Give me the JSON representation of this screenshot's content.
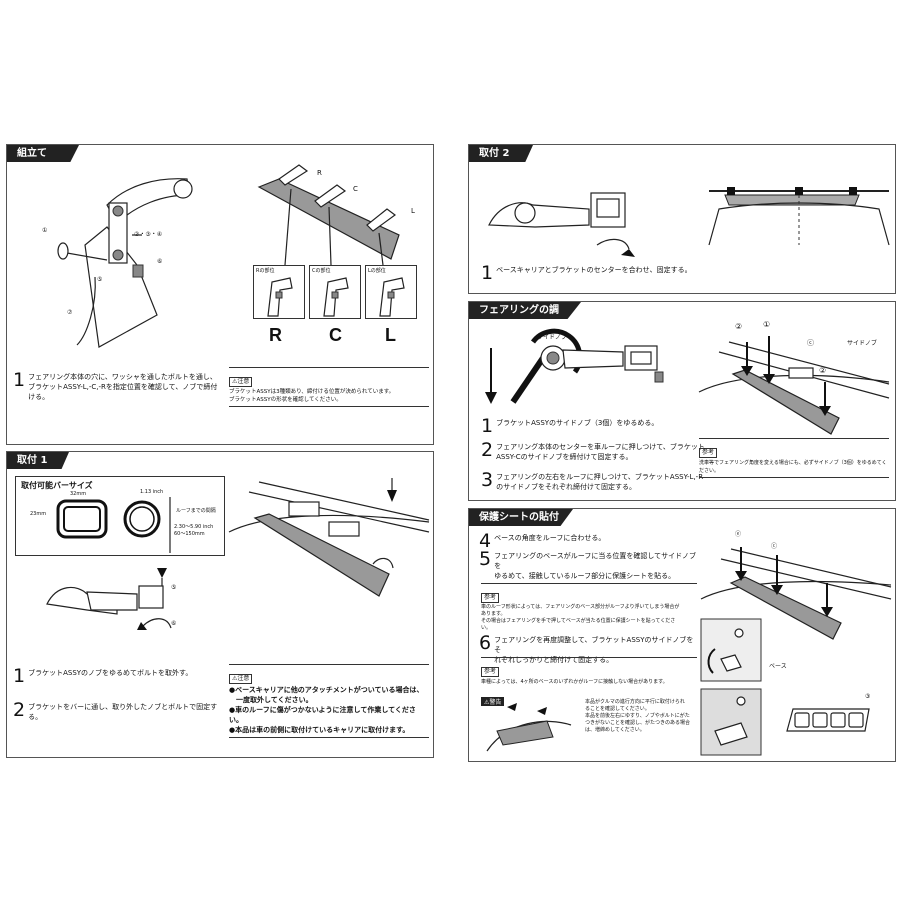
{
  "assembly": {
    "title": "組立て",
    "step1_num": "1",
    "step1_text": "フェアリング本体の穴に、ワッシャを通したボルトを通し、\nブラケットASSY-L,-C,-Rを指定位置を確認して、ノブで締付ける。",
    "callouts": [
      "①",
      "②・③・④",
      "⑥",
      "⑦",
      "⑤"
    ],
    "bracket_labels": [
      "R",
      "C",
      "L"
    ],
    "detail_labels": [
      "Rの部位",
      "Cの部位",
      "Lの部位"
    ],
    "big_letters": [
      "R",
      "C",
      "L"
    ],
    "note_tag": "⚠注意",
    "note_text": "ブラケットASSYは3種類あり、締付ける位置が決められています。\nブラケットASSYの形状を確認してください。"
  },
  "install1": {
    "title": "取付 1",
    "bar_box_title": "取付可能バーサイズ",
    "dim_width": "32mm",
    "dim_height": "23mm",
    "dim_round": "1.13 inch",
    "roof_gap_label": "ルーフまでの間隔",
    "roof_gap_value": "2.30～5.90 inch\n60～150mm",
    "callouts": [
      "⑤",
      "⑥"
    ],
    "step1_num": "1",
    "step1_text": "ブラケットASSYのノブをゆるめてボルトを取外す。",
    "step2_num": "2",
    "step2_text": "ブラケットをバーに通し、取り外したノブとボルトで固定する。",
    "note_tag": "⚠注意",
    "note_text": "●ベースキャリアに他のアタッチメントがついている場合は、\n　一度取外してください。\n●車のルーフに傷がつかないように注意して作業してください。\n●本品は車の前側に取付けているキャリアに取付けます。"
  },
  "install2": {
    "title": "取付 2",
    "step1_num": "1",
    "step1_text": "ベースキャリアとブラケットのセンターを合わせ、固定する。"
  },
  "adjust": {
    "title": "フェアリングの調節",
    "side_knob_label": "サイドノブ",
    "side_knob_label_2": "サイドノブ",
    "callouts": [
      "②",
      "①",
      "②",
      "ⓒ"
    ],
    "step1_num": "1",
    "step1_text": "ブラケットASSYのサイドノブ（3個）をゆるめる。",
    "step2_num": "2",
    "step2_text": "フェアリング本体のセンターを車ルーフに押しつけて、ブラケット\nASSY-Cのサイドノブを締付けて固定する。",
    "step3_num": "3",
    "step3_text": "フェアリングの左右をルーフに押しつけて、ブラケットASSY-L,-R\nのサイドノブをそれぞれ締付けて固定する。",
    "note_tag": "参考",
    "note_text": "洗車等でフェアリング角度を変える場合にも、必ずサイドノブ（3個）をゆるめてください。"
  },
  "protect": {
    "title": "保護シートの貼付",
    "step4_num": "4",
    "step4_text": "ベースの角度をルーフに合わせる。",
    "step5_num": "5",
    "step5_text": "フェアリングのベースがルーフに当る位置を確認してサイドノブを\nゆるめて、接触しているルーフ部分に保護シートを貼る。",
    "note1_tag": "参考",
    "note1_text": "車のルーフ形状によっては、フェアリングのベース部分がルーフより浮いてしまう場合が\nあります。\nその場合はフェアリングを手で押してベースが当たる位置に保護シートを貼ってくださ\nい。",
    "step6_num": "6",
    "step6_text": "フェアリングを再度調整して、ブラケットASSYのサイドノブをそ\nれぞれしっかりと締付けて固定する。",
    "note2_tag": "参考",
    "note2_text": "車種によっては、4ヶ所のベースのいずれかがルーフに接触しない場合があります。",
    "warn_tag": "⚠警告",
    "warn_text": "本品がクルマの進行方向に平行に取付けられ\nることを確認してください。\n本品を前後左右にゆすり、ノブやボルトにがた\nつきがないことを確認し、がたつきのある場合\nは、増締めしてください。",
    "base_label": "ベース",
    "callouts": [
      "ⓔ",
      "ⓒ",
      "③"
    ]
  }
}
